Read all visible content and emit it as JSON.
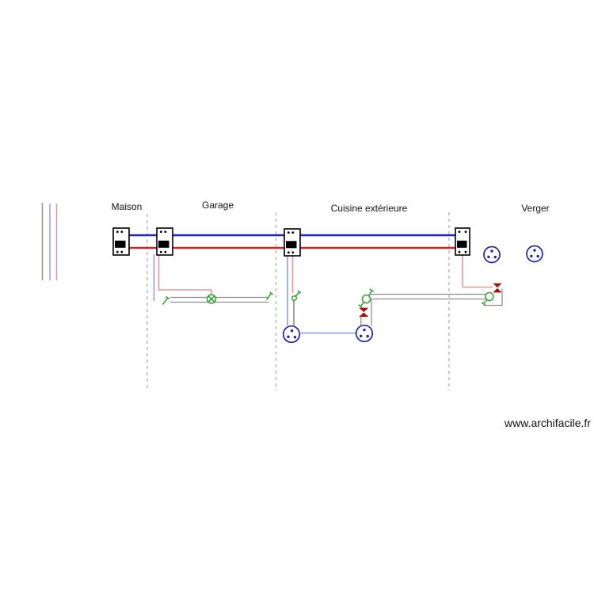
{
  "sections": [
    {
      "id": "maison",
      "label": "Maison"
    },
    {
      "id": "garage",
      "label": "Garage"
    },
    {
      "id": "cuisine",
      "label": "Cuisine extérieure"
    },
    {
      "id": "verger",
      "label": "Verger"
    }
  ],
  "watermark": {
    "text": "www.archifacile.fr"
  },
  "colors": {
    "neutral_wire": "#2121bd",
    "phase_wire": "#cb2626",
    "light_blue_wire": "#a8b0e6",
    "pink_wire": "#e89898",
    "conduit_wire": "#8f8f8f",
    "socket_link_wire": "#97a3e6",
    "switch_symbol": "#2ea22e",
    "wall_light_symbol": "#a31212",
    "socket_symbol": "#2222aa",
    "divider": "#a8a8a8",
    "legend_blue": "#9a9ade",
    "legend_pink": "#d99a9a"
  },
  "components": {
    "circuit_breakers": [
      {
        "section": "Maison"
      },
      {
        "section": "Garage"
      },
      {
        "section": "Cuisine extérieure"
      },
      {
        "section": "Verger"
      }
    ],
    "socket_outlets": [
      {
        "section": "Cuisine extérieure"
      },
      {
        "section": "Cuisine extérieure"
      },
      {
        "section": "Verger"
      },
      {
        "section": "Verger"
      }
    ],
    "switches": [
      {
        "section": "Garage"
      },
      {
        "section": "Garage"
      },
      {
        "section": "Cuisine extérieure"
      },
      {
        "section": "Cuisine extérieure"
      },
      {
        "section": "Verger"
      }
    ],
    "ceiling_lights": [
      {
        "section": "Garage"
      }
    ],
    "wall_lights": [
      {
        "section": "Cuisine extérieure"
      },
      {
        "section": "Verger"
      }
    ]
  }
}
